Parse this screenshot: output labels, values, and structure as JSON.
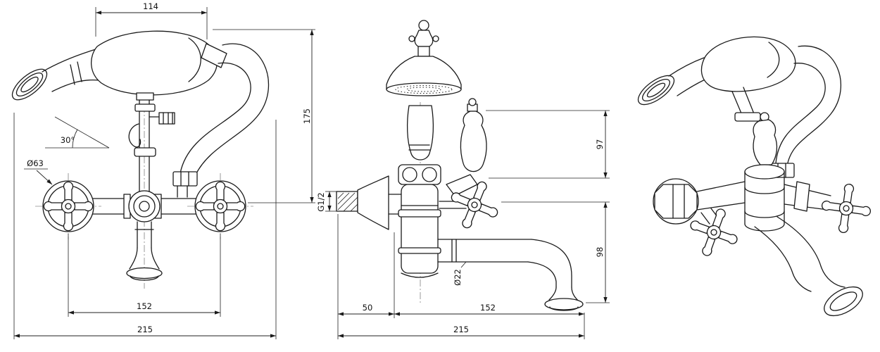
{
  "front_view": {
    "handset_length": "114",
    "overall_height": "175",
    "handset_angle": "30°",
    "escutcheon_diameter": "Ø63",
    "valve_centers": "152",
    "overall_width": "215"
  },
  "side_view": {
    "upper_height": "97",
    "lower_height": "98",
    "inlet_thread": "G1/2",
    "spout_diameter": "Ø22",
    "wall_offset": "50",
    "spout_reach": "152",
    "overall_depth": "215"
  },
  "colors": {
    "line": "#1a1a1a",
    "background": "#ffffff"
  }
}
